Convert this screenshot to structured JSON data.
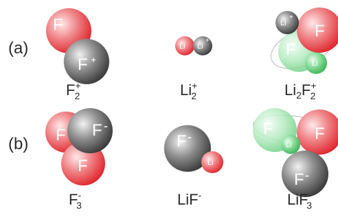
{
  "row_labels": [
    "(a)",
    "(b)"
  ],
  "molecules": {
    "f2_plus": {
      "atoms": [
        "F",
        "F"
      ],
      "charges": [
        "",
        "+"
      ],
      "formula": {
        "base": "F",
        "sub": "2",
        "sup": "+"
      }
    },
    "li2_plus": {
      "atoms": [
        "Li",
        "Li"
      ],
      "charges": [
        "",
        "+"
      ],
      "formula": {
        "base": "Li",
        "sub": "2",
        "sup": "+"
      }
    },
    "li2f2_plus": {
      "atoms": [
        "Li",
        "F",
        "F",
        "Li"
      ],
      "charges": [
        "+",
        "",
        "",
        ""
      ],
      "formula": {
        "p1": "Li",
        "s1": "2",
        "p2": "F",
        "s2": "2",
        "sup": "+"
      }
    },
    "f3_minus": {
      "atoms": [
        "F",
        "F",
        "F"
      ],
      "charges": [
        "",
        "-",
        ""
      ],
      "formula": {
        "base": "F",
        "sub": "3",
        "sup": "-"
      }
    },
    "lif_minus": {
      "atoms": [
        "F",
        "Li"
      ],
      "charges": [
        "-",
        ""
      ],
      "formula": {
        "base": "LiF",
        "sup": "-"
      }
    },
    "lif3_minus": {
      "atoms": [
        "F",
        "Li",
        "F",
        "F"
      ],
      "charges": [
        "",
        "",
        "",
        "-"
      ],
      "formula": {
        "base": "LiF",
        "sub": "3",
        "sup": "-"
      }
    }
  },
  "colors": {
    "fluorine_red": "#e8333a",
    "fluorine_gray": "#3a3a3a",
    "lithium_red": "#e04848",
    "lithium_green": "#3fbf5a",
    "text_dark": "#2a2a2a",
    "text_light": "#ffffff"
  }
}
